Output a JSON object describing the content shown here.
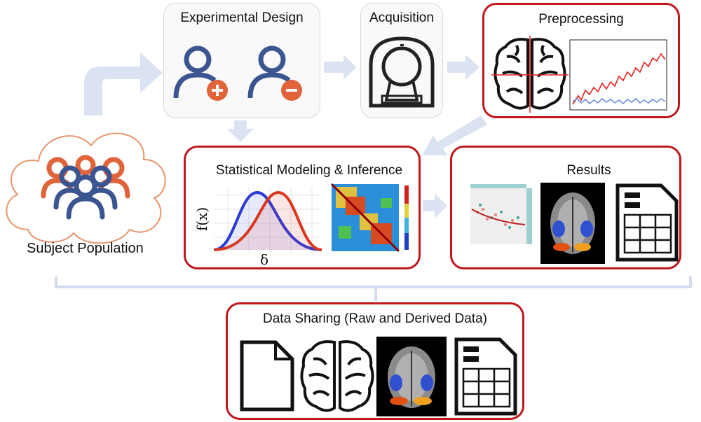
{
  "colors": {
    "accent_red": "#c0171c",
    "arrow_fill": "#dbe3f2",
    "person_blue": "#3b5591",
    "person_orange": "#e0633a",
    "line_red": "#e02020",
    "line_blue": "#6f8fdc"
  },
  "nodes": {
    "subject_population": {
      "label": "Subject Population",
      "icon": "people-group-icon"
    },
    "experimental_design": {
      "title": "Experimental Design",
      "icons": [
        "add-user-icon",
        "remove-user-icon"
      ]
    },
    "acquisition": {
      "title": "Acquisition",
      "icon": "mri-scanner-icon"
    },
    "preprocessing": {
      "title": "Preprocessing",
      "icons": [
        "brain-icon",
        "timeseries-chart-icon"
      ]
    },
    "statistical_modeling": {
      "title": "Statistical Modeling & Inference",
      "ylabel": "f(x)",
      "xlabel": "δ",
      "icons": [
        "distribution-plot-icon",
        "correlation-matrix-icon"
      ]
    },
    "results": {
      "title": "Results",
      "icons": [
        "scatter-plot-icon",
        "brain-scan-icon",
        "spreadsheet-icon"
      ]
    },
    "data_sharing": {
      "title": "Data Sharing (Raw and Derived Data)",
      "icons": [
        "document-icon",
        "brain-icon",
        "brain-scan-icon",
        "spreadsheet-icon"
      ]
    }
  },
  "arrows": [
    {
      "from": "subject_population",
      "to": "experimental_design"
    },
    {
      "from": "experimental_design",
      "to": "acquisition"
    },
    {
      "from": "acquisition",
      "to": "preprocessing"
    },
    {
      "from": "experimental_design",
      "to": "statistical_modeling"
    },
    {
      "from": "preprocessing",
      "to": "statistical_modeling"
    },
    {
      "from": "statistical_modeling",
      "to": "results"
    },
    {
      "from": "all_stages",
      "to": "data_sharing"
    }
  ]
}
